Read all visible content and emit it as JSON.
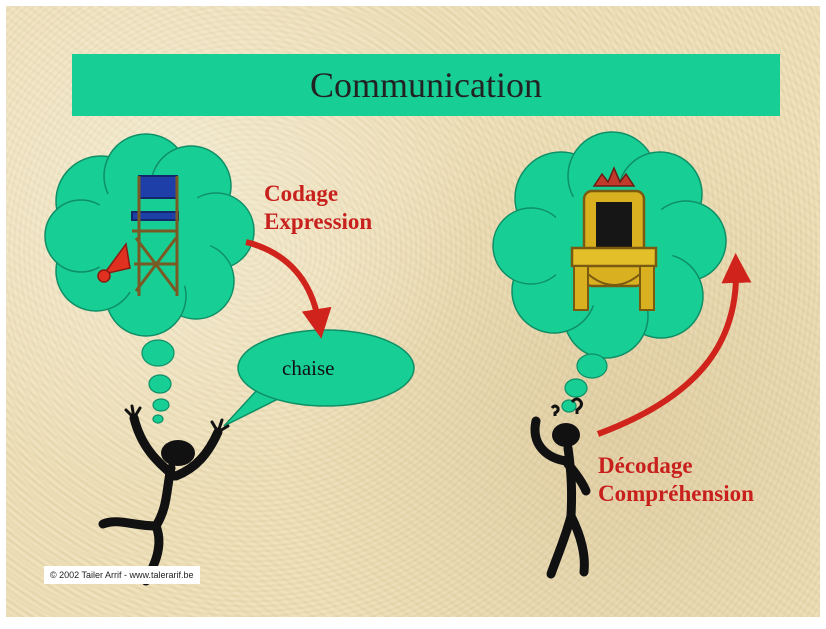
{
  "title": "Communication",
  "sender": {
    "label_line1": "Codage",
    "label_line2": "Expression",
    "speech": "chaise"
  },
  "receiver": {
    "label_line1": "Décodage",
    "label_line2": "Compréhension"
  },
  "copyright": "© 2002 Tailer Arrif - www.talerarif.be",
  "colors": {
    "title_bar": "#17cf95",
    "cloud": "#17cf95",
    "label_text": "#c8201d",
    "arrow": "#d0231b",
    "background": "#eddfb6"
  },
  "icons": [
    "director-chair-icon",
    "megaphone-icon",
    "throne-icon",
    "stick-figure-icon"
  ]
}
